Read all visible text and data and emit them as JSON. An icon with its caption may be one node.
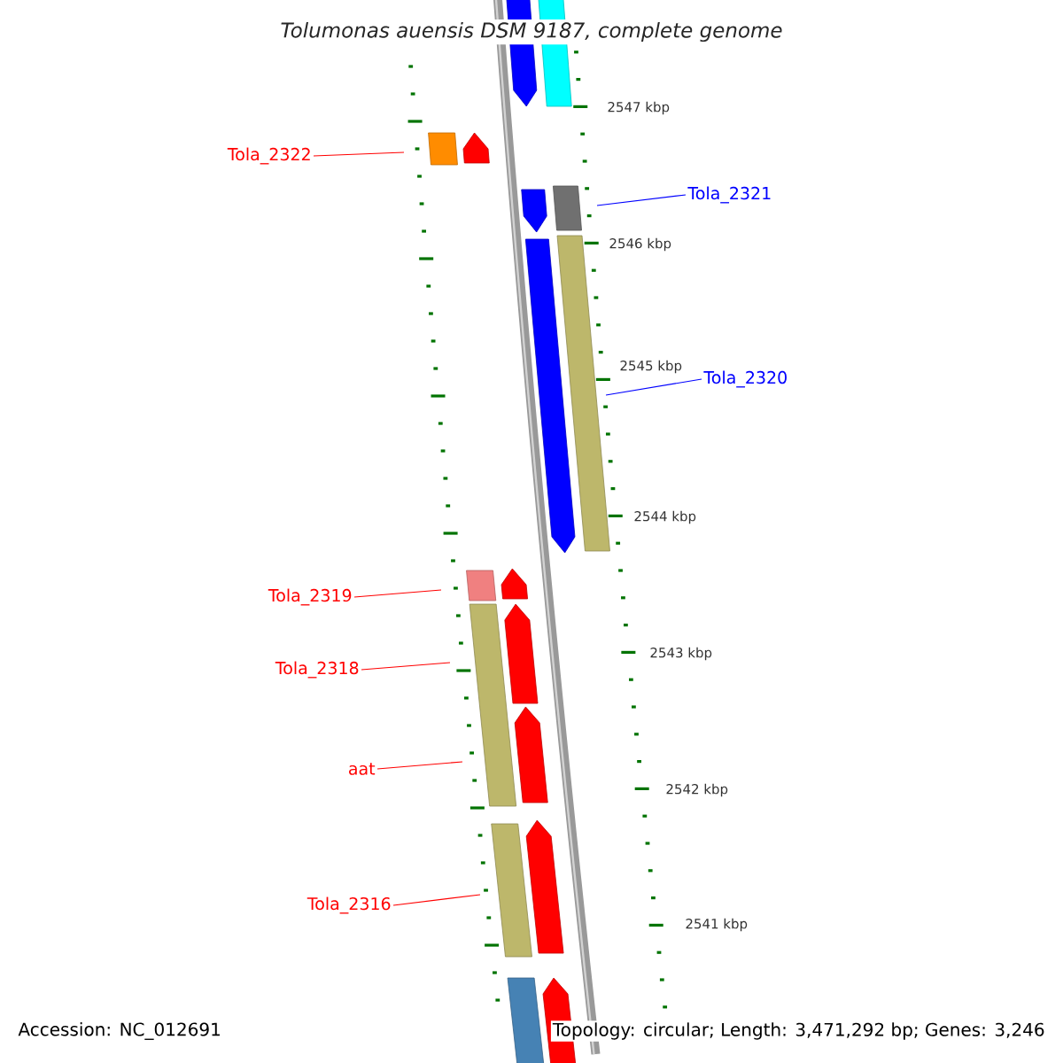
{
  "diagram": {
    "title": "Tolumonas auensis DSM 9187, complete genome",
    "nodes": [
      {
        "text": [
          "Tola_2322"
        ]
      },
      {
        "text": [
          "Tola_2321"
        ]
      },
      {
        "text": [
          "Tola_2320"
        ]
      },
      {
        "text": [
          "Tola_2319"
        ]
      },
      {
        "text": [
          "Tola_2318"
        ]
      },
      {
        "text": [
          "aat"
        ]
      },
      {
        "text": [
          "Tola_2316"
        ]
      }
    ],
    "edges": [
      {
        "from": 0,
        "to": null,
        "arrow": "none"
      },
      {
        "from": 1,
        "to": null,
        "arrow": "none",
        "color": "#0000ff"
      },
      {
        "from": 2,
        "to": null,
        "arrow": "none",
        "color": "#0000ff"
      },
      {
        "from": 3,
        "to": null,
        "arrow": "none"
      },
      {
        "from": 4,
        "to": null,
        "arrow": "none"
      },
      {
        "from": 5,
        "to": null,
        "arrow": "none"
      },
      {
        "from": 6,
        "to": null,
        "arrow": "none"
      }
    ],
    "labels": [
      "2547 kbp",
      "2546 kbp",
      "2545 kbp",
      "2544 kbp",
      "2543 kbp",
      "2542 kbp",
      "2541 kbp",
      "Accession: NC_012691",
      "Topology: circular; Length: 3,471,292 bp; Genes: 3,246"
    ]
  }
}
